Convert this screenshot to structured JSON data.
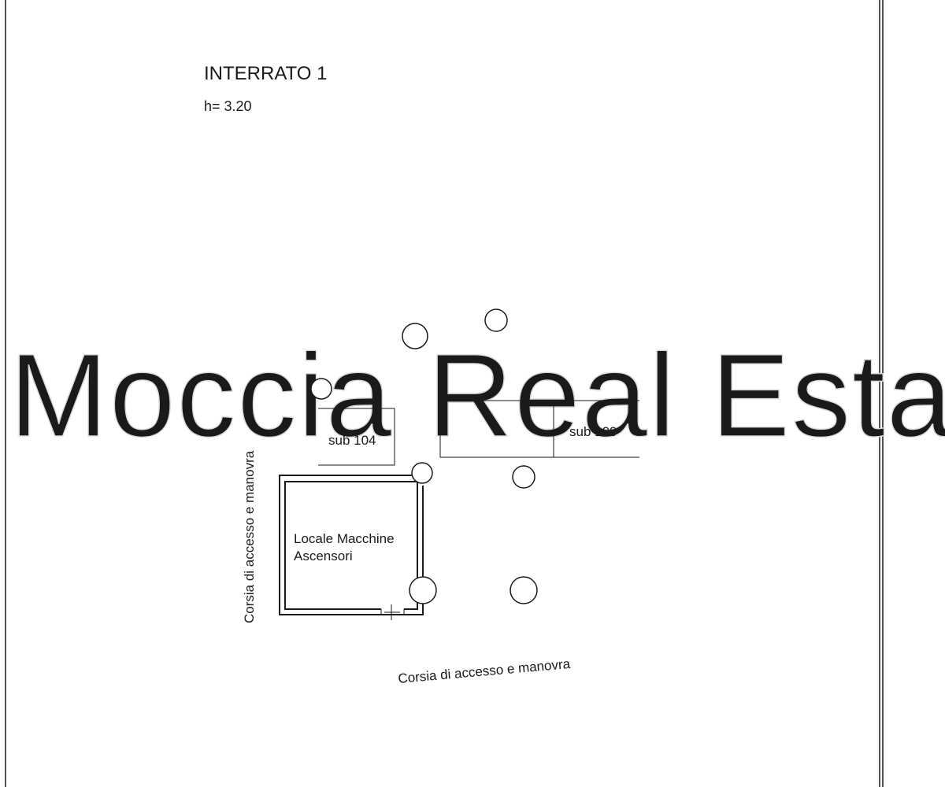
{
  "title": "INTERRATO 1",
  "height_note": "h= 3.20",
  "units": [
    {
      "label": "sub 104"
    },
    {
      "label": "sub 109"
    }
  ],
  "room": {
    "line1": "Locale Macchine",
    "line2": "Ascensori"
  },
  "corridor_labels": {
    "vertical": "Corsia di accesso e manovra",
    "horizontal": "Corsia di accesso e manovra"
  },
  "watermark": "Moccia Real Esta"
}
